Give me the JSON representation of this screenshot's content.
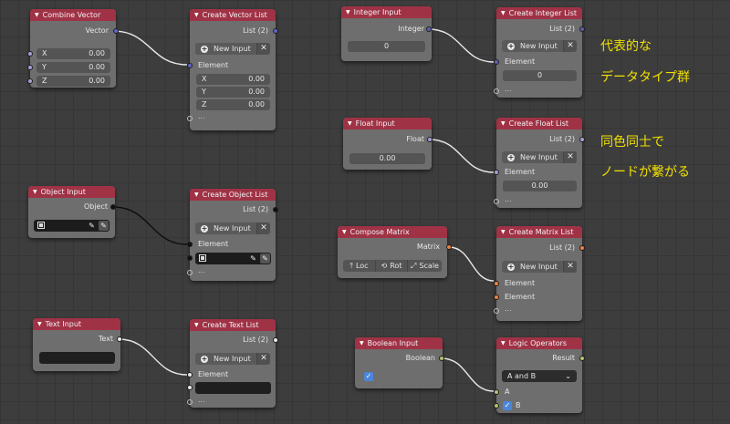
{
  "colors": {
    "background": "#3d3d3d",
    "node_header": "#a03246",
    "node_body": "#6e6e6e",
    "socket_vector": "#6363c7",
    "socket_integer": "#5f5fb0",
    "socket_float": "#a1a1d6",
    "socket_object": "#101010",
    "socket_text": "#e8e8e8",
    "socket_matrix": "#f08040",
    "socket_boolean": "#b3c26b",
    "annotation": "#f0e000"
  },
  "combine_vector": {
    "title": "Combine Vector",
    "output": "Vector",
    "x_label": "X",
    "x_value": "0.00",
    "y_label": "Y",
    "y_value": "0.00",
    "z_label": "Z",
    "z_value": "0.00"
  },
  "create_vector_list": {
    "title": "Create Vector List",
    "output": "List (2)",
    "new_input": "New Input",
    "element": "Element",
    "x_label": "X",
    "x_value": "0.00",
    "y_label": "Y",
    "y_value": "0.00",
    "z_label": "Z",
    "z_value": "0.00",
    "dots": "..."
  },
  "integer_input": {
    "title": "Integer Input",
    "output": "Integer",
    "value": "0"
  },
  "create_integer_list": {
    "title": "Create Integer List",
    "output": "List (2)",
    "new_input": "New Input",
    "element": "Element",
    "value": "0",
    "dots": "..."
  },
  "float_input": {
    "title": "Float Input",
    "output": "Float",
    "value": "0.00"
  },
  "create_float_list": {
    "title": "Create Float List",
    "output": "List (2)",
    "new_input": "New Input",
    "element": "Element",
    "value": "0.00",
    "dots": "..."
  },
  "object_input": {
    "title": "Object Input",
    "output": "Object"
  },
  "create_object_list": {
    "title": "Create Object List",
    "output": "List (2)",
    "new_input": "New Input",
    "element": "Element",
    "dots": "..."
  },
  "compose_matrix": {
    "title": "Compose Matrix",
    "output": "Matrix",
    "loc": "Loc",
    "rot": "Rot",
    "scale": "Scale"
  },
  "create_matrix_list": {
    "title": "Create Matrix List",
    "output": "List (2)",
    "new_input": "New Input",
    "element1": "Element",
    "element2": "Element",
    "dots": "..."
  },
  "text_input": {
    "title": "Text Input",
    "output": "Text"
  },
  "create_text_list": {
    "title": "Create Text List",
    "output": "List (2)",
    "new_input": "New Input",
    "element": "Element",
    "dots": "..."
  },
  "boolean_input": {
    "title": "Boolean Input",
    "output": "Boolean",
    "checked": true
  },
  "logic_operators": {
    "title": "Logic Operators",
    "output": "Result",
    "operation": "A and B",
    "a_label": "A",
    "b_label": "B",
    "b_checked": true
  },
  "annotations": {
    "line1": "代表的な",
    "line2": "データタイプ群",
    "line3": "同色同士で",
    "line4": "ノードが繋がる"
  }
}
